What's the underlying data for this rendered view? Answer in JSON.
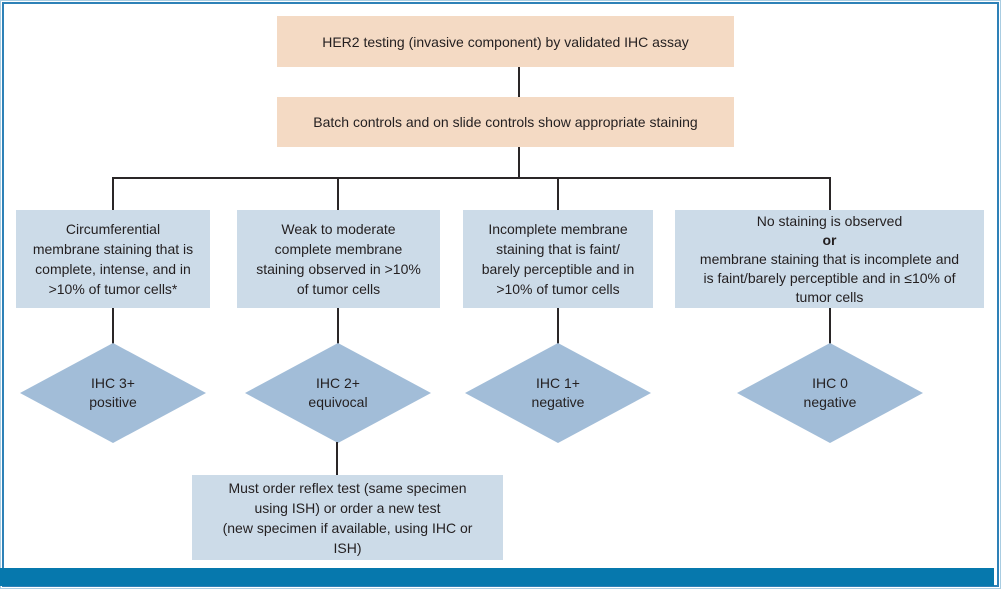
{
  "colors": {
    "process_box_fill": "#f4dac4",
    "condition_box_fill": "#ccdbe8",
    "diamond_fill": "#a2bdd8",
    "connector_line": "#2a2627",
    "frame_border": "#2e81b7",
    "frame_border_outer": "#a9cde2",
    "footer_bar": "#0678ad",
    "text": "#231f20"
  },
  "header_boxes": [
    {
      "label": "HER2 testing (invasive component) by validated IHC assay"
    },
    {
      "label": "Batch controls and on slide controls show appropriate staining"
    }
  ],
  "branches": [
    {
      "condition": "Circumferential\nmembrane staining that is\ncomplete, intense, and in\n>10% of tumor cells*",
      "result_code": "IHC 3+",
      "result_verdict": "positive"
    },
    {
      "condition": "Weak to moderate\ncomplete membrane\nstaining observed in >10%\nof tumor cells",
      "result_code": "IHC 2+",
      "result_verdict": "equivocal"
    },
    {
      "condition": "Incomplete membrane\nstaining that is faint/\nbarely perceptible and in\n>10% of tumor cells",
      "result_code": "IHC 1+",
      "result_verdict": "negative"
    },
    {
      "condition_line1": "No staining is observed",
      "condition_conjunction": "or",
      "condition_line2": "membrane staining that is incomplete and\nis faint/barely perceptible and in ≤10% of\ntumor cells",
      "result_code": "IHC 0",
      "result_verdict": "negative"
    }
  ],
  "followup_box": {
    "label": "Must order reflex test (same specimen\nusing ISH) or order a new test\n(new specimen if available, using IHC or\nISH)"
  }
}
